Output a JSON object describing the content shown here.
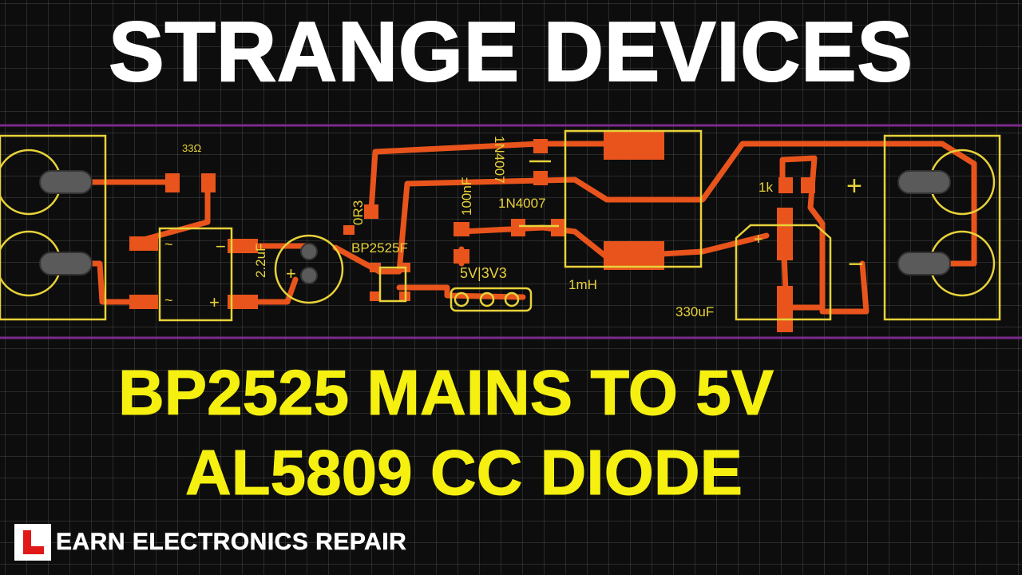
{
  "title": "STRANGE DEVICES",
  "subtitle_line1": "BP2525 MAINS TO 5V",
  "subtitle_line2": "AL5809 CC DIODE",
  "branding": {
    "logo_letter": "L",
    "text": "EARN ELECTRONICS REPAIR"
  },
  "pcb_labels": {
    "resistor_33": "33Ω",
    "cap_2u2": "2.2uF",
    "resistor_0r3": "0R3",
    "ic": "BP2525F",
    "cap_100n": "100nF",
    "diode_1": "1N4007",
    "diode_2": "1N4007",
    "jumper": "5V|3V3",
    "inductor": "1mH",
    "resistor_1k": "1k",
    "cap_330u": "330uF",
    "plus": "+",
    "minus": "−",
    "tilde": "~"
  },
  "colors": {
    "background": "#0d0d0d",
    "title": "#ffffff",
    "subtitle": "#f5f010",
    "copper": "#e8541c",
    "silkscreen": "#e8d23a",
    "board_edge": "#7b2a8c",
    "pad_grey": "#5a5a5a",
    "logo_red": "#e01818"
  }
}
